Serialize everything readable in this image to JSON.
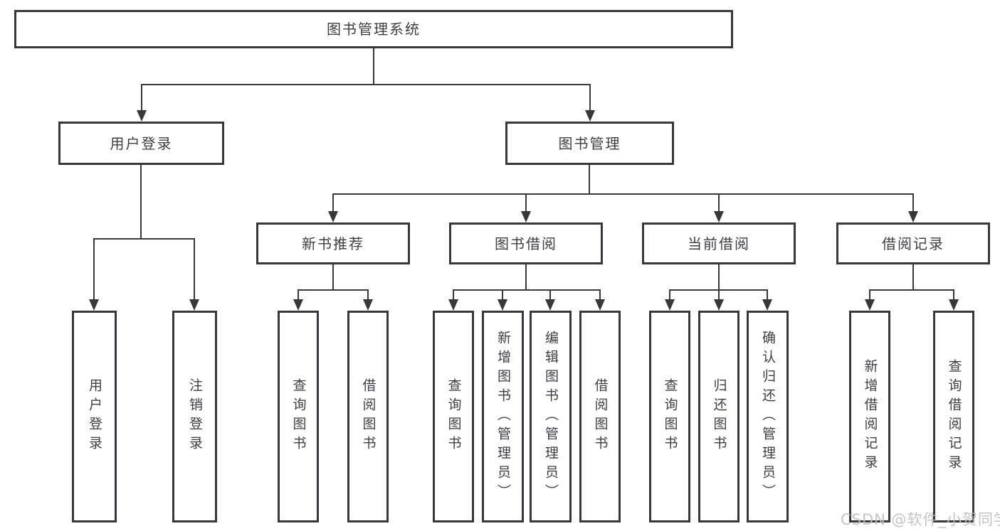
{
  "diagram": {
    "title": "图书管理系统",
    "root": {
      "label": "图书管理系统"
    },
    "branches": [
      {
        "label": "用户登录",
        "children": [
          {
            "label": "用户登录"
          },
          {
            "label": "注销登录"
          }
        ]
      },
      {
        "label": "图书管理",
        "groups": [
          {
            "label": "新书推荐",
            "children": [
              {
                "label": "查询图书"
              },
              {
                "label": "借阅图书"
              }
            ]
          },
          {
            "label": "图书借阅",
            "children": [
              {
                "label": "查询图书"
              },
              {
                "label": "新增图书（管理员）"
              },
              {
                "label": "编辑图书（管理员）"
              },
              {
                "label": "借阅图书"
              }
            ]
          },
          {
            "label": "当前借阅",
            "children": [
              {
                "label": "查询图书"
              },
              {
                "label": "归还图书"
              },
              {
                "label": "确认归还（管理员）"
              }
            ]
          },
          {
            "label": "借阅记录",
            "children": [
              {
                "label": "新增借阅记录"
              },
              {
                "label": "查询借阅记录"
              }
            ]
          }
        ]
      }
    ]
  },
  "watermark": {
    "text": "CSDN @软件_小贺同学",
    "color": "#c0c0c0"
  },
  "colors": {
    "line": "#38383c",
    "text": "#3d3d44",
    "background": "#ffffff"
  }
}
